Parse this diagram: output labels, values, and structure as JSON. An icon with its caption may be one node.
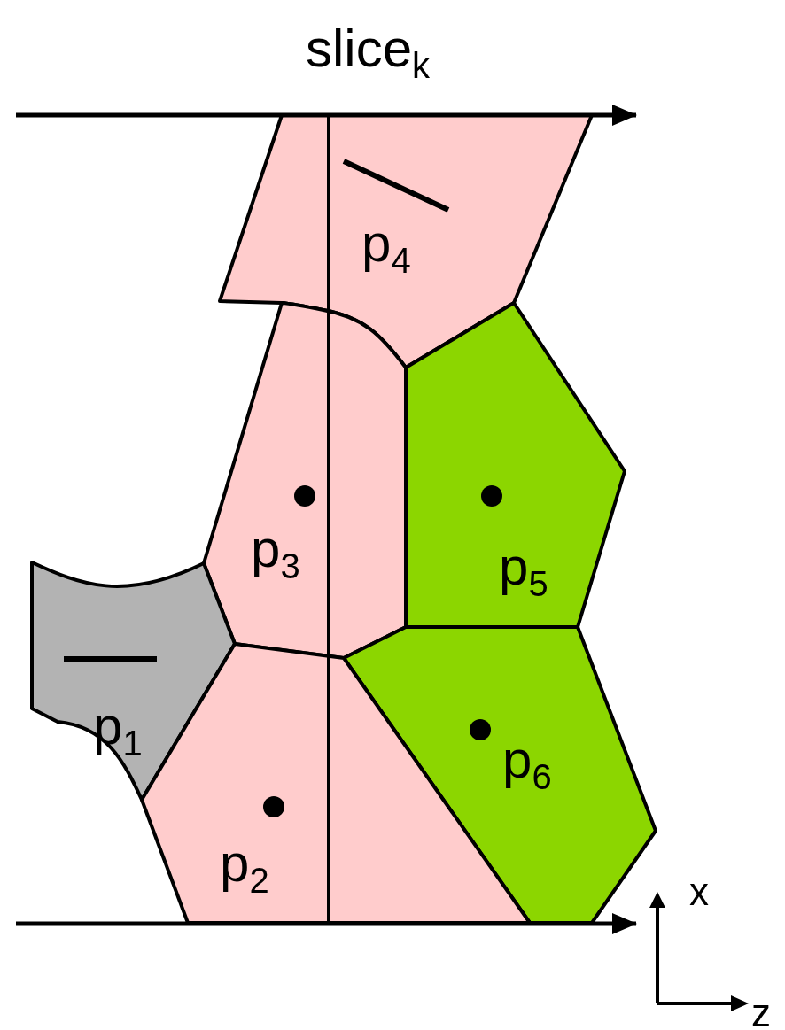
{
  "diagram": {
    "title": "slice$_{k}$",
    "nodes": [
      {
        "text": [
          "p$_{4}$"
        ]
      },
      {
        "text": [
          "p$_{3}$"
        ]
      },
      {
        "text": [
          "p$_{5}$"
        ]
      },
      {
        "text": [
          "p$_{1}$"
        ]
      },
      {
        "text": [
          "p$_{6}$"
        ]
      },
      {
        "text": [
          "p$_{2}$"
        ]
      }
    ],
    "labels": [
      "x",
      "z"
    ]
  }
}
